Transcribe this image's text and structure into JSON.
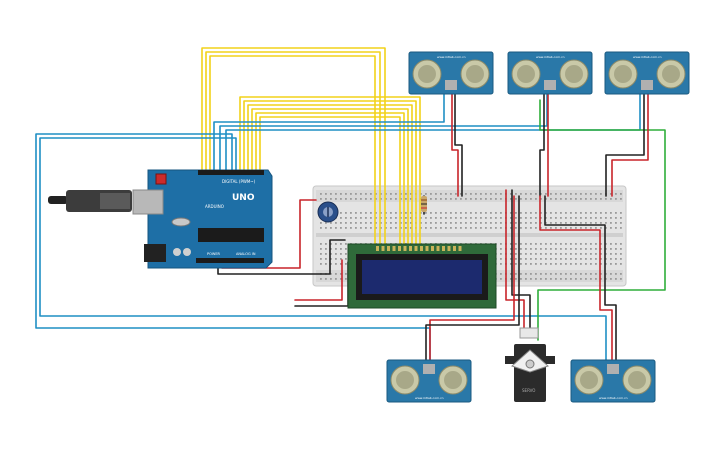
{
  "colors": {
    "background": "#ffffff",
    "arduino_board": "#1e6fa6",
    "arduino_dark": "#16547f",
    "breadboard": "#e4e4e4",
    "breadboard_rail": "#d2d2d2",
    "lcd_frame": "#2f6a3a",
    "lcd_screen": "#1c2a6e",
    "sensor_board": "#2a78a8",
    "sensor_can": "#c9c9a8",
    "servo_body": "#2b2b2b",
    "wire_yellow": "#f2d21a",
    "wire_blue": "#1f8fc4",
    "wire_green": "#2fae3a",
    "wire_red": "#c8242a",
    "wire_black": "#222222"
  },
  "arduino": {
    "logo": "UNO",
    "brand": "ARDUINO",
    "label_digital": "DIGITAL (PWM~)",
    "label_power": "POWER",
    "label_analog": "ANALOG IN"
  },
  "icons": {
    "usb": "usb-cable-icon",
    "potentiometer": "potentiometer-icon",
    "servo": "servo-motor-icon"
  },
  "sensors_top": [
    {
      "site": "www.mtlab.com.cn"
    },
    {
      "site": "www.mtlab.com.cn"
    },
    {
      "site": "www.mtlab.com.cn"
    }
  ],
  "sensors_bottom": [
    {
      "site": "www.mtlab.com.cn"
    },
    {
      "site": "www.mtlab.com.cn"
    }
  ],
  "servo": {
    "label": "SERVO"
  }
}
